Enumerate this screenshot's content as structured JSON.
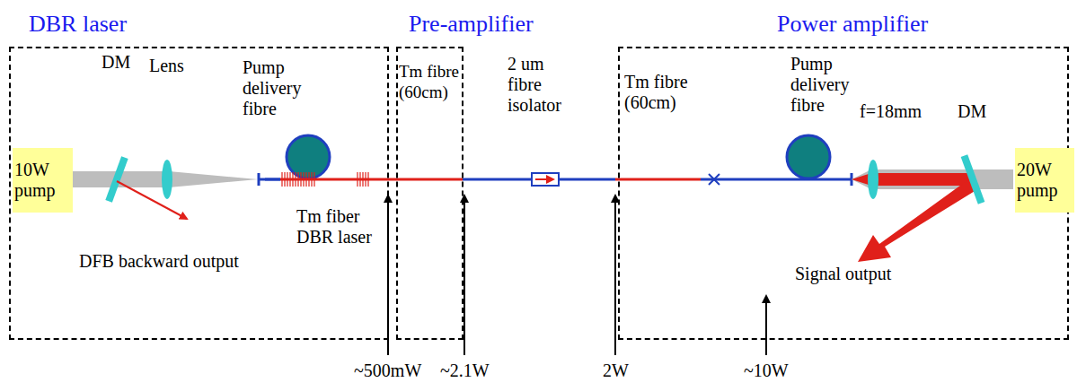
{
  "diagram": {
    "nodes": [
      {
        "text": [
          "DBR laser"
        ]
      },
      {
        "text": [
          "Pre-amplifier"
        ]
      },
      {
        "text": [
          "Power amplifier"
        ]
      },
      {
        "text": [
          "10W pump"
        ],
        "in": 0
      },
      {
        "text": [
          "20W pump"
        ],
        "in": 2
      }
    ],
    "labels": [
      "DM",
      "Lens",
      "Pump delivery fibre",
      "Tm fiber DBR laser",
      "DFB backward output",
      "Tm fibre (60cm)",
      "2 um fibre isolator",
      "Tm fibre (60cm)",
      "Pump delivery fibre",
      "f=18mm",
      "DM",
      "Signal output",
      "~500mW",
      "~2.1W",
      "2W",
      "~10W"
    ]
  }
}
